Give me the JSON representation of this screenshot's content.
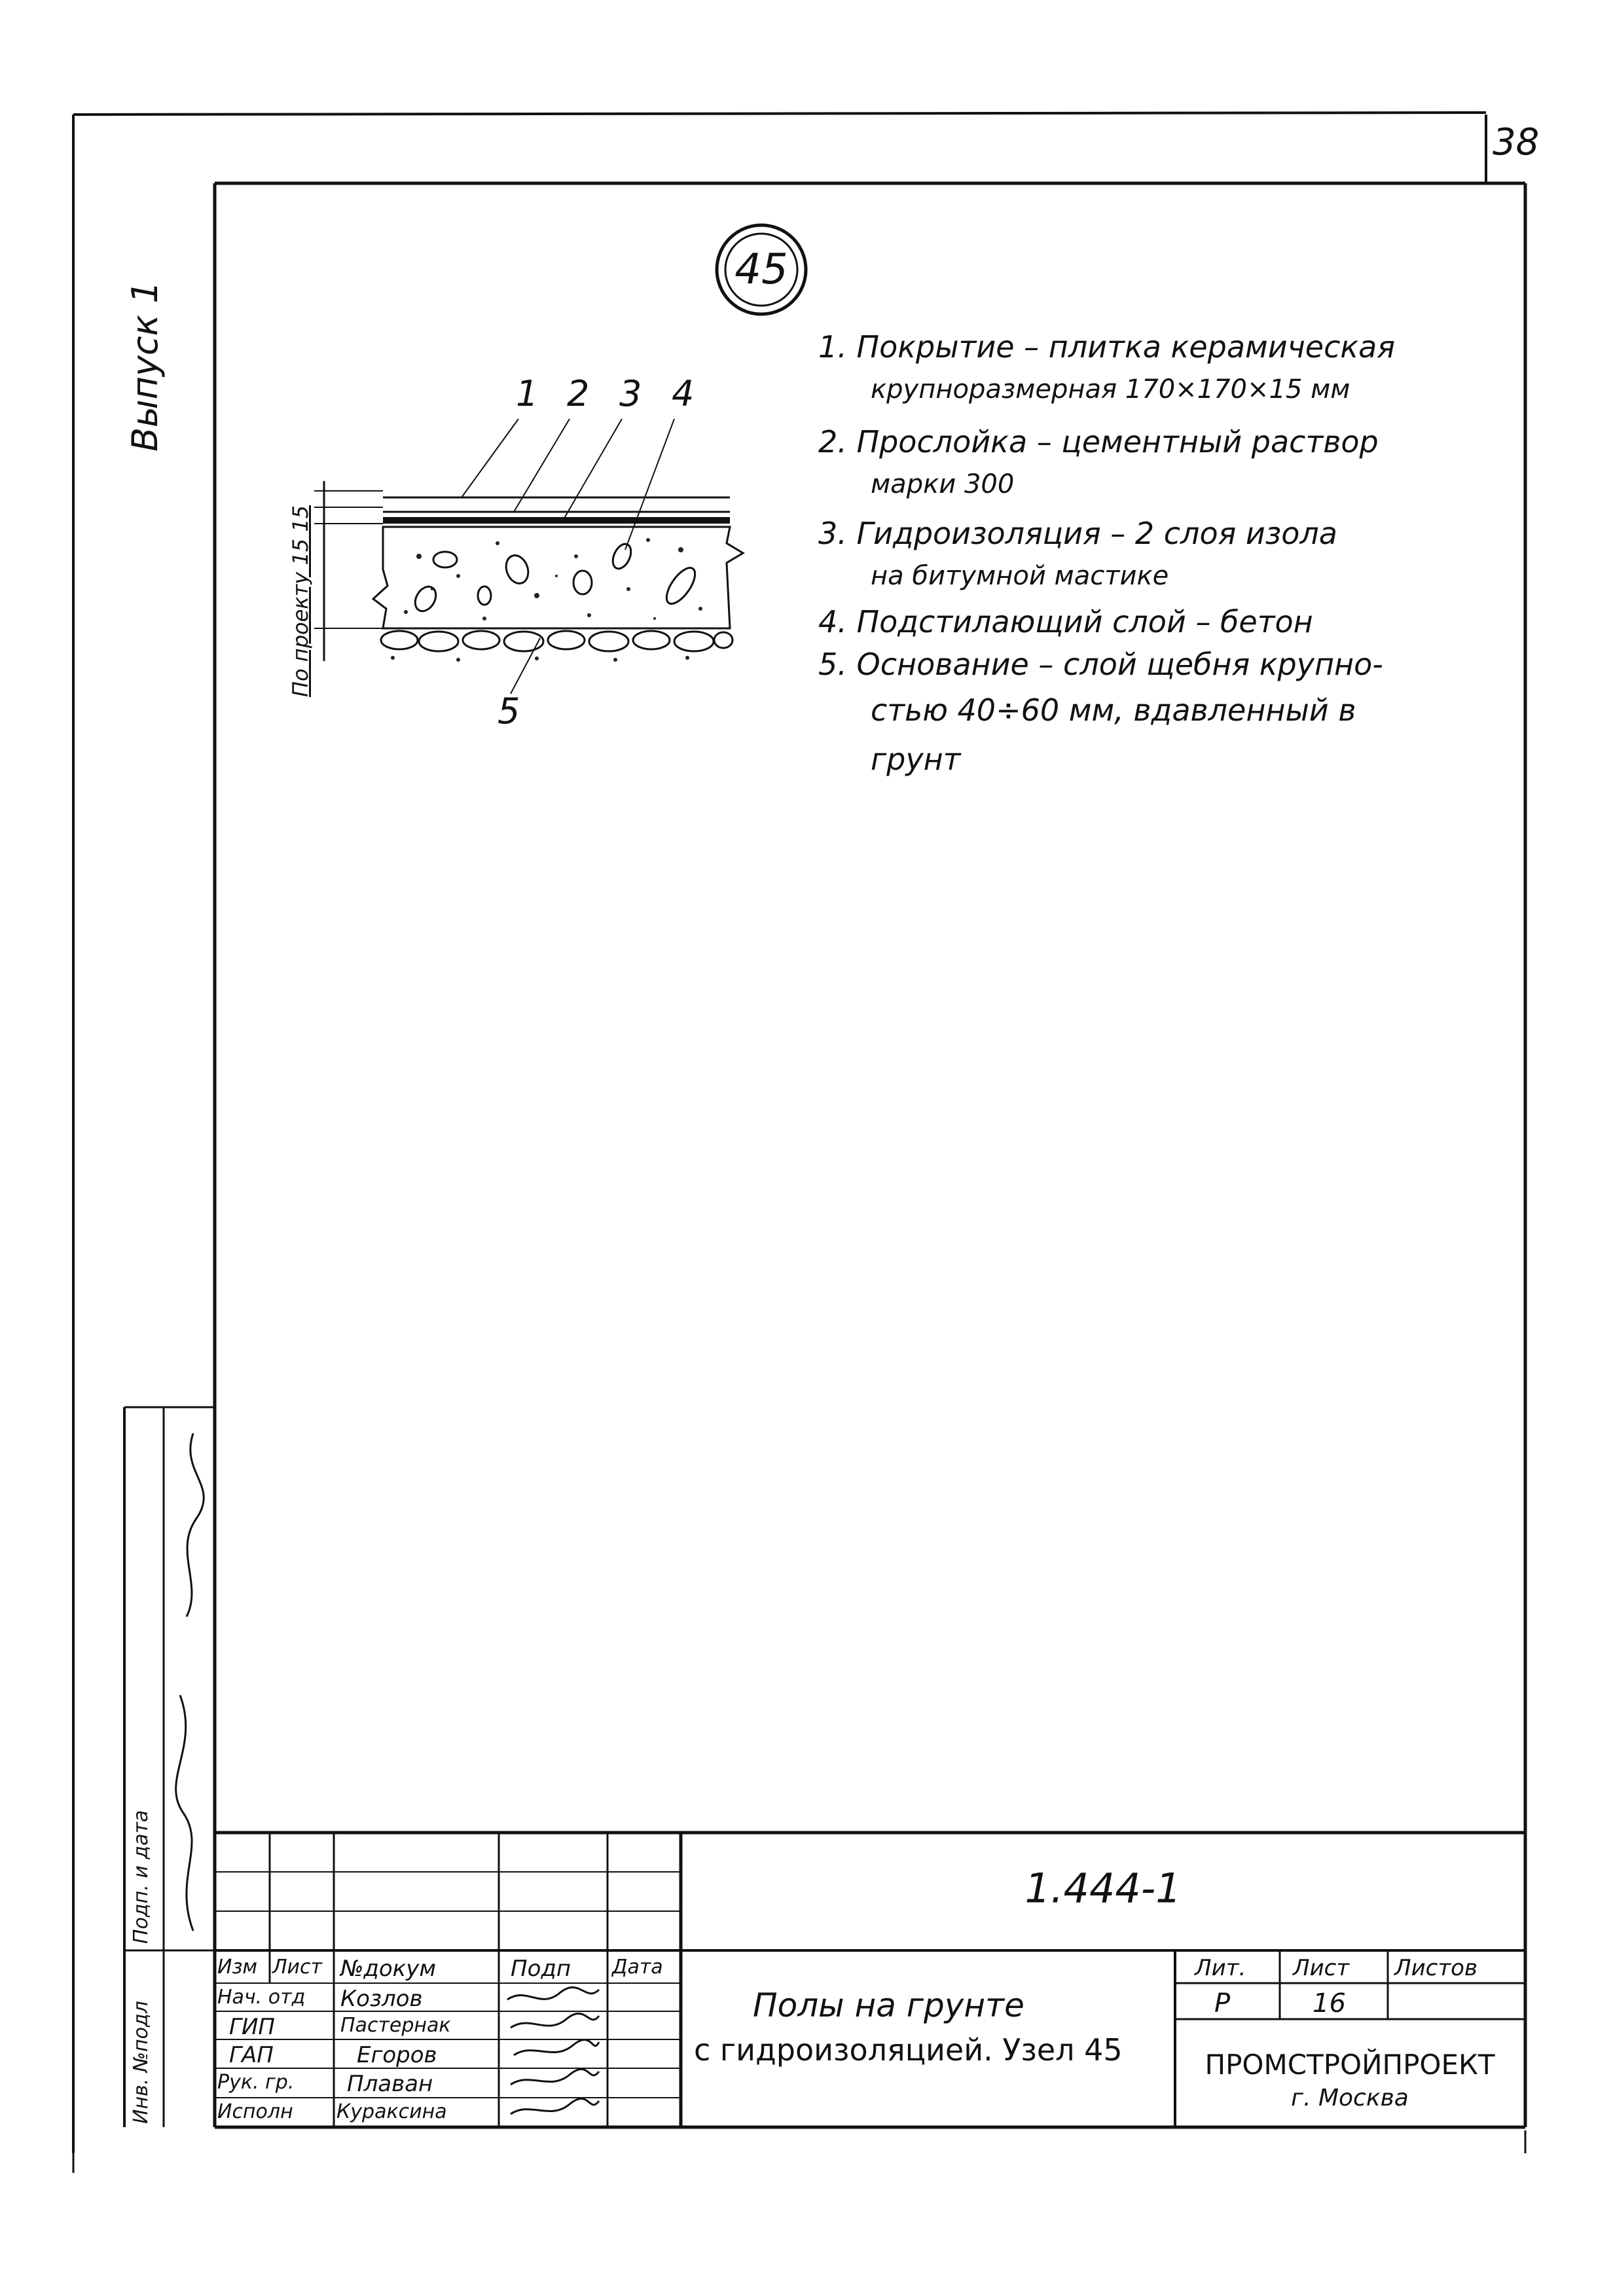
{
  "sheet_number": "38",
  "vertical_label": "Выпуск 1",
  "node_number": "45",
  "drawing": {
    "dimension_label": "По проекту 15 15",
    "callouts": [
      "1",
      "2",
      "3",
      "4",
      "5"
    ]
  },
  "legend": [
    {
      "line1": "1. Покрытие – плитка керамическая",
      "line2": "крупноразмерная 170×170×15 мм"
    },
    {
      "line1": "2. Прослойка – цементный раствор",
      "line2": "марки 300"
    },
    {
      "line1": "3. Гидроизоляция – 2 слоя изола",
      "line2": "на битумной мастике"
    },
    {
      "line1": "4. Подстилающий слой – бетон",
      "line2": ""
    },
    {
      "line1": "5. Основание – слой щебня крупно-",
      "line2": "стью 40÷60 мм, вдавленный в",
      "line3": "грунт"
    }
  ],
  "title_block": {
    "designation": "1.444-1",
    "title_line1": "Полы на грунте",
    "title_line2": "с гидроизоляцией. Узел 45",
    "organization": "ПРОМСТРОЙПРОЕКТ",
    "city": "г. Москва",
    "headers": {
      "izm": "Изм",
      "list": "Лист",
      "ndoc": "№докум",
      "podp": "Подп",
      "data": "Дата"
    },
    "stage_headers": {
      "lit": "Лит.",
      "list": "Лист",
      "listov": "Листов"
    },
    "stage": {
      "lit": "Р",
      "list": "16",
      "listov": ""
    },
    "signatures": [
      {
        "role": "Нач. отд",
        "name": "Козлов"
      },
      {
        "role": "ГИП",
        "name": "Пастернак"
      },
      {
        "role": "ГАП",
        "name": "Егоров"
      },
      {
        "role": "Рук. гр.",
        "name": "Плаван"
      },
      {
        "role": "Исполн",
        "name": "Кураксина"
      }
    ]
  },
  "side_stamp": {
    "inv_label": "Инв. №подл",
    "sign_label": "Подп. и дата"
  }
}
